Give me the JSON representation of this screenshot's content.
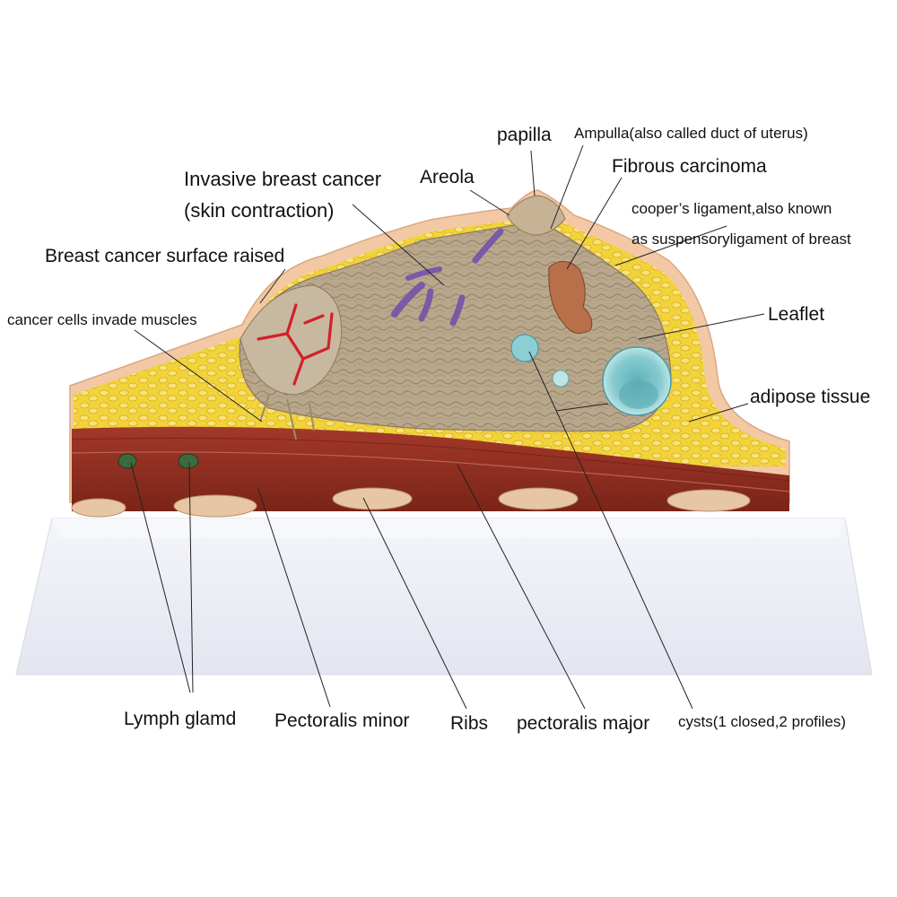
{
  "labels": {
    "papilla": "papilla",
    "ampulla": "Ampulla(also called duct of uterus)",
    "fibrous_carcinoma": "Fibrous carcinoma",
    "areola": "Areola",
    "invasive_cancer_line1": "Invasive breast cancer",
    "invasive_cancer_line2": "(skin contraction)",
    "coopers_line1": "cooper’s ligament,also known",
    "coopers_line2": "as suspensoryligament of breast",
    "surface_raised": "Breast cancer surface raised",
    "cells_invade": "cancer cells invade muscles",
    "leaflet": "Leaflet",
    "adipose": "adipose tissue",
    "lymph": "Lymph glamd",
    "pectoralis_minor": "Pectoralis minor",
    "ribs": "Ribs",
    "pectoralis_major": "pectoralis major",
    "cysts": "cysts(1 closed,2 profiles)"
  },
  "colors": {
    "background": "#ffffff",
    "base": "#eceef5",
    "skin": "#f2c9a4",
    "fat": "#f3d33a",
    "gland": "#b8a68c",
    "muscle": "#8e2f22",
    "rib": "#e7c6a4",
    "cyst": "#7cc3c8",
    "tumor": "#b96f4a",
    "vessel_red": "#d3202a",
    "duct_purple": "#7a5aa6",
    "leader_line": "#222222"
  }
}
